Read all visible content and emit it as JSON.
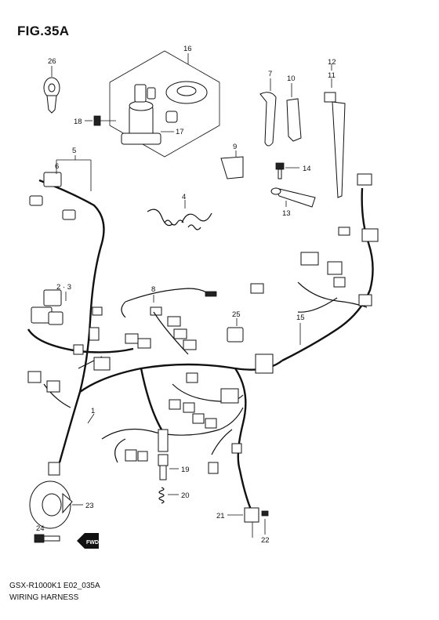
{
  "figure": {
    "title": "FIG.35A",
    "model_code": "GSX-R1000K1  E02_035A",
    "caption": "WIRING HARNESS"
  },
  "callouts": {
    "c1": "1",
    "c23": "2 · 3",
    "c4": "4",
    "c5": "5",
    "c6": "6",
    "c7": "7",
    "c8": "8",
    "c9": "9",
    "c10": "10",
    "c11": "11",
    "c12": "12",
    "c13": "13",
    "c14": "14",
    "c15": "15",
    "c16": "16",
    "c17": "17",
    "c18": "18",
    "c19": "19",
    "c20": "20",
    "c21": "21",
    "c22": "22",
    "c23b": "23",
    "c24": "24",
    "c25": "25",
    "c26": "26"
  },
  "fwd_label": "FWD"
}
